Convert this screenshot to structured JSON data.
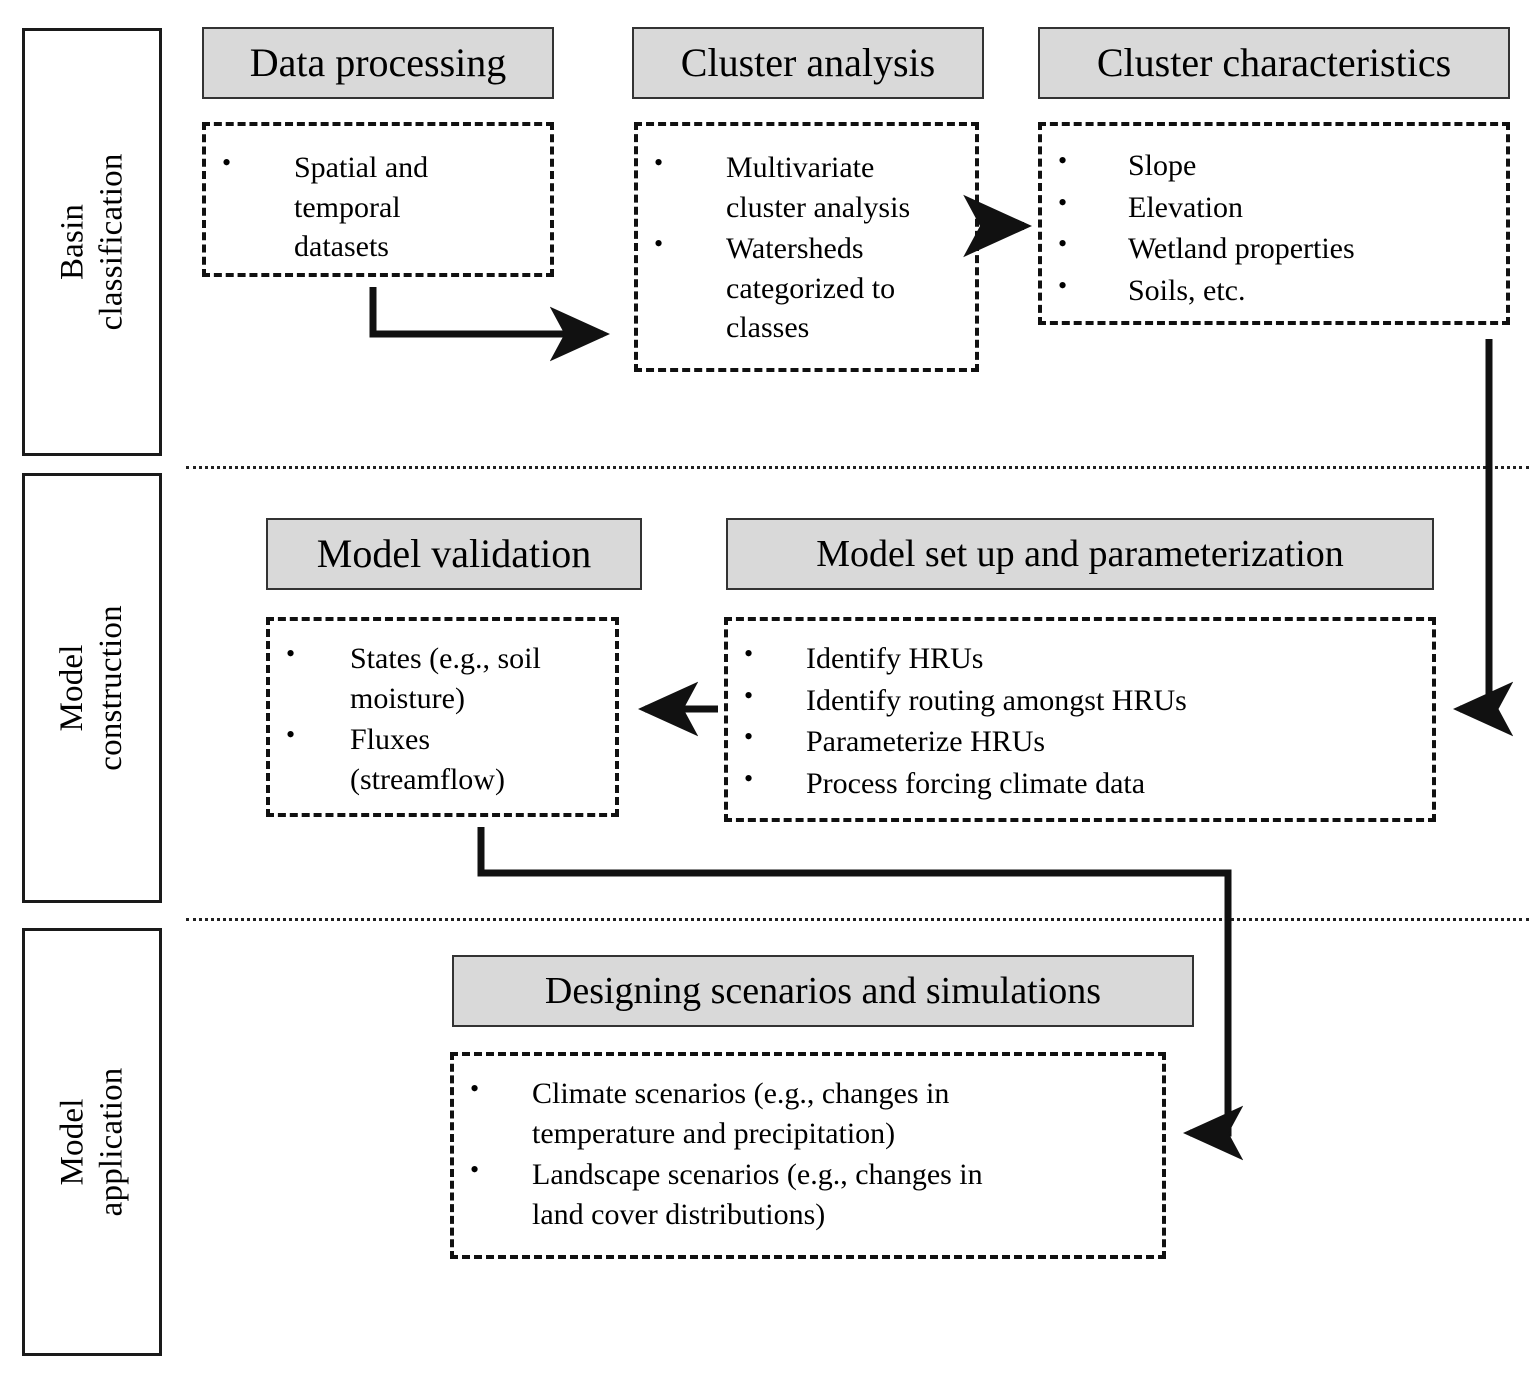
{
  "figure": {
    "title": "Hydrologic modelling framework flowchart",
    "colors": {
      "header_fill": "#d9d9d9",
      "line": "#111111",
      "background": "#ffffff"
    }
  },
  "stages": [
    {
      "id": "basin-classification",
      "label": "Basin\nclassification"
    },
    {
      "id": "model-construction",
      "label": "Model\nconstruction"
    },
    {
      "id": "model-application",
      "label": "Model\napplication"
    }
  ],
  "stage_labels": {
    "basin": "Basin classification",
    "basin_line1": "Basin",
    "basin_line2": "classification",
    "construction": "Model construction",
    "construction_line1": "Model",
    "construction_line2": "construction",
    "application": "Model application",
    "application_line1": "Model",
    "application_line2": "application"
  },
  "panels": {
    "data_processing": {
      "header": "Data processing",
      "items": [
        "Spatial and temporal datasets"
      ],
      "items_wrapped": [
        [
          "Spatial and",
          "temporal",
          "datasets"
        ]
      ]
    },
    "cluster_analysis": {
      "header": "Cluster analysis",
      "items": [
        "Multivariate cluster analysis",
        "Watersheds categorized to classes"
      ],
      "items_wrapped": [
        [
          "Multivariate",
          "cluster analysis"
        ],
        [
          "Watersheds",
          "categorized to",
          "classes"
        ]
      ]
    },
    "cluster_characteristics": {
      "header": "Cluster characteristics",
      "items": [
        "Slope",
        "Elevation",
        "Wetland properties",
        "Soils, etc."
      ]
    },
    "model_validation": {
      "header": "Model validation",
      "items": [
        "States (e.g., soil moisture)",
        "Fluxes (streamflow)"
      ],
      "items_wrapped": [
        [
          "States (e.g., soil",
          "moisture)"
        ],
        [
          "Fluxes",
          "(streamflow)"
        ]
      ]
    },
    "model_setup": {
      "header": "Model set up and parameterization",
      "items": [
        "Identify HRUs",
        "Identify routing amongst HRUs",
        "Parameterize HRUs",
        "Process forcing climate data"
      ]
    },
    "designing_scenarios": {
      "header": "Designing scenarios and simulations",
      "items": [
        "Climate scenarios (e.g., changes in temperature and precipitation)",
        "Landscape scenarios (e.g., changes in land cover distributions)"
      ],
      "items_wrapped": [
        [
          "Climate scenarios (e.g., changes in",
          "temperature and precipitation)"
        ],
        [
          "Landscape scenarios (e.g., changes in",
          "land cover distributions)"
        ]
      ]
    }
  },
  "bullet": "•",
  "connectors": [
    {
      "id": "data-to-cluster",
      "from": "data_processing",
      "to": "cluster_analysis",
      "style": "elbow-right"
    },
    {
      "id": "cluster-to-characteristics",
      "from": "cluster_analysis",
      "to": "cluster_characteristics",
      "style": "straight-right"
    },
    {
      "id": "characteristics-to-setup",
      "from": "cluster_characteristics",
      "to": "model_setup",
      "style": "down-then-left"
    },
    {
      "id": "setup-to-validation",
      "from": "model_setup",
      "to": "model_validation",
      "style": "straight-left"
    },
    {
      "id": "validation-to-scenarios",
      "from": "model_validation",
      "to": "designing_scenarios",
      "style": "down-right-down-left"
    }
  ]
}
